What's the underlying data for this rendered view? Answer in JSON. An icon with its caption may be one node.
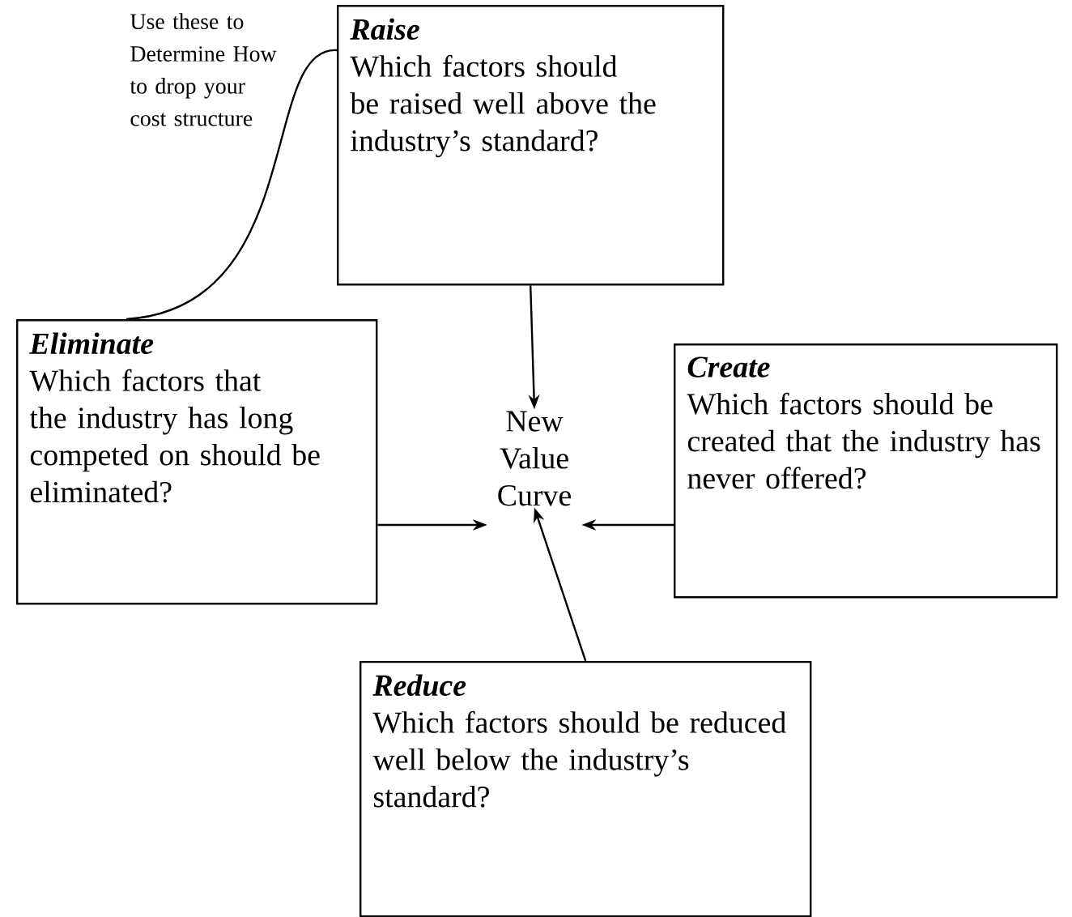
{
  "diagram": {
    "nodes": [
      {
        "text": [
          "Raise",
          "Which factors should be raised well above the industry’s standard?"
        ]
      },
      {
        "text": [
          "Eliminate",
          "Which factors that the industry has long competed on should be eliminated?"
        ]
      },
      {
        "text": [
          "New Value Curve"
        ]
      },
      {
        "text": [
          "Create",
          "Which factors should be created that the industry has never offered?"
        ]
      },
      {
        "text": [
          "Reduce",
          "Which factors should be reduced well below the industry’s standard?"
        ]
      }
    ],
    "edges": [
      {
        "from": 0,
        "to": 2,
        "arrow": "to"
      },
      {
        "from": 1,
        "to": 2,
        "arrow": "to"
      },
      {
        "from": 3,
        "to": 2,
        "arrow": "to"
      },
      {
        "from": 4,
        "to": 2,
        "arrow": "to"
      },
      {
        "from": 1,
        "to": 0,
        "arrow": "none"
      }
    ],
    "labels": [
      "Use these to Determine How to drop your cost structure"
    ]
  }
}
